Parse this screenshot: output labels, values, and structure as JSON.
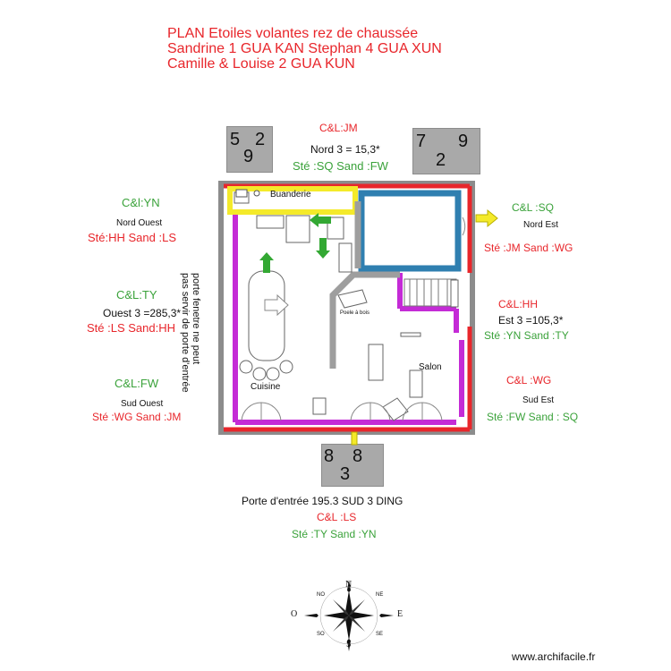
{
  "title": {
    "line1": "PLAN Etoiles volantes rez de chaussée",
    "line2": " Sandrine 1 GUA KAN Stephan 4 GUA XUN",
    "line3": "Camille & Louise 2 GUA KUN"
  },
  "north": {
    "cl": "C&L:JM",
    "label": "Nord 3 = 15,3*",
    "ste": "Sté :SQ  Sand :FW",
    "box_left": [
      "5",
      "2",
      "9"
    ],
    "box_right": [
      "7",
      "9",
      "2"
    ]
  },
  "northwest": {
    "cl": "C&l:YN",
    "label": "Nord Ouest",
    "ste": "Sté:HH Sand :LS"
  },
  "west": {
    "cl": "C&L:TY",
    "label": "Ouest 3 =285,3*",
    "ste": "Sté :LS  Sand:HH"
  },
  "southwest": {
    "cl": "C&L:FW",
    "label": "Sud Ouest",
    "ste": "Sté :WG  Sand :JM"
  },
  "northeast": {
    "cl": "C&L :SQ",
    "label": "Nord Est",
    "ste": "Sté :JM Sand :WG"
  },
  "east": {
    "cl": "C&L:HH",
    "label": "Est 3 =105,3*",
    "ste": "Sté :YN  Sand :TY"
  },
  "southeast": {
    "cl": "C&L :WG",
    "label": "Sud Est",
    "ste": "Sté :FW Sand : SQ"
  },
  "south": {
    "box": [
      "8",
      "8",
      "3"
    ],
    "label": "Porte d'entrée 195.3  SUD 3 DING",
    "cl": "C&L :LS",
    "ste": "Sté :TY Sand :YN"
  },
  "rooms": {
    "buanderie": "Buanderie",
    "cuisine": "Cuisine",
    "salon": "Salon",
    "poele": "Poele à bois"
  },
  "side_note": {
    "line1": "porte fenetre ne peut",
    "line2": "pas servir de porte d'entrée"
  },
  "compass": {
    "n": "N",
    "s": "S",
    "e": "E",
    "o": "O",
    "ne": "NE",
    "no": "NO",
    "se": "SE",
    "so": "SO"
  },
  "watermark": "www.archifacile.fr",
  "colors": {
    "red_text": "#e8262b",
    "green_text": "#3aa23a",
    "wall_red": "#e8262b",
    "magenta": "#c42bd6",
    "yellow": "#f4ea2a",
    "blue": "#2f7fb0",
    "green_arrow": "#33a833"
  }
}
